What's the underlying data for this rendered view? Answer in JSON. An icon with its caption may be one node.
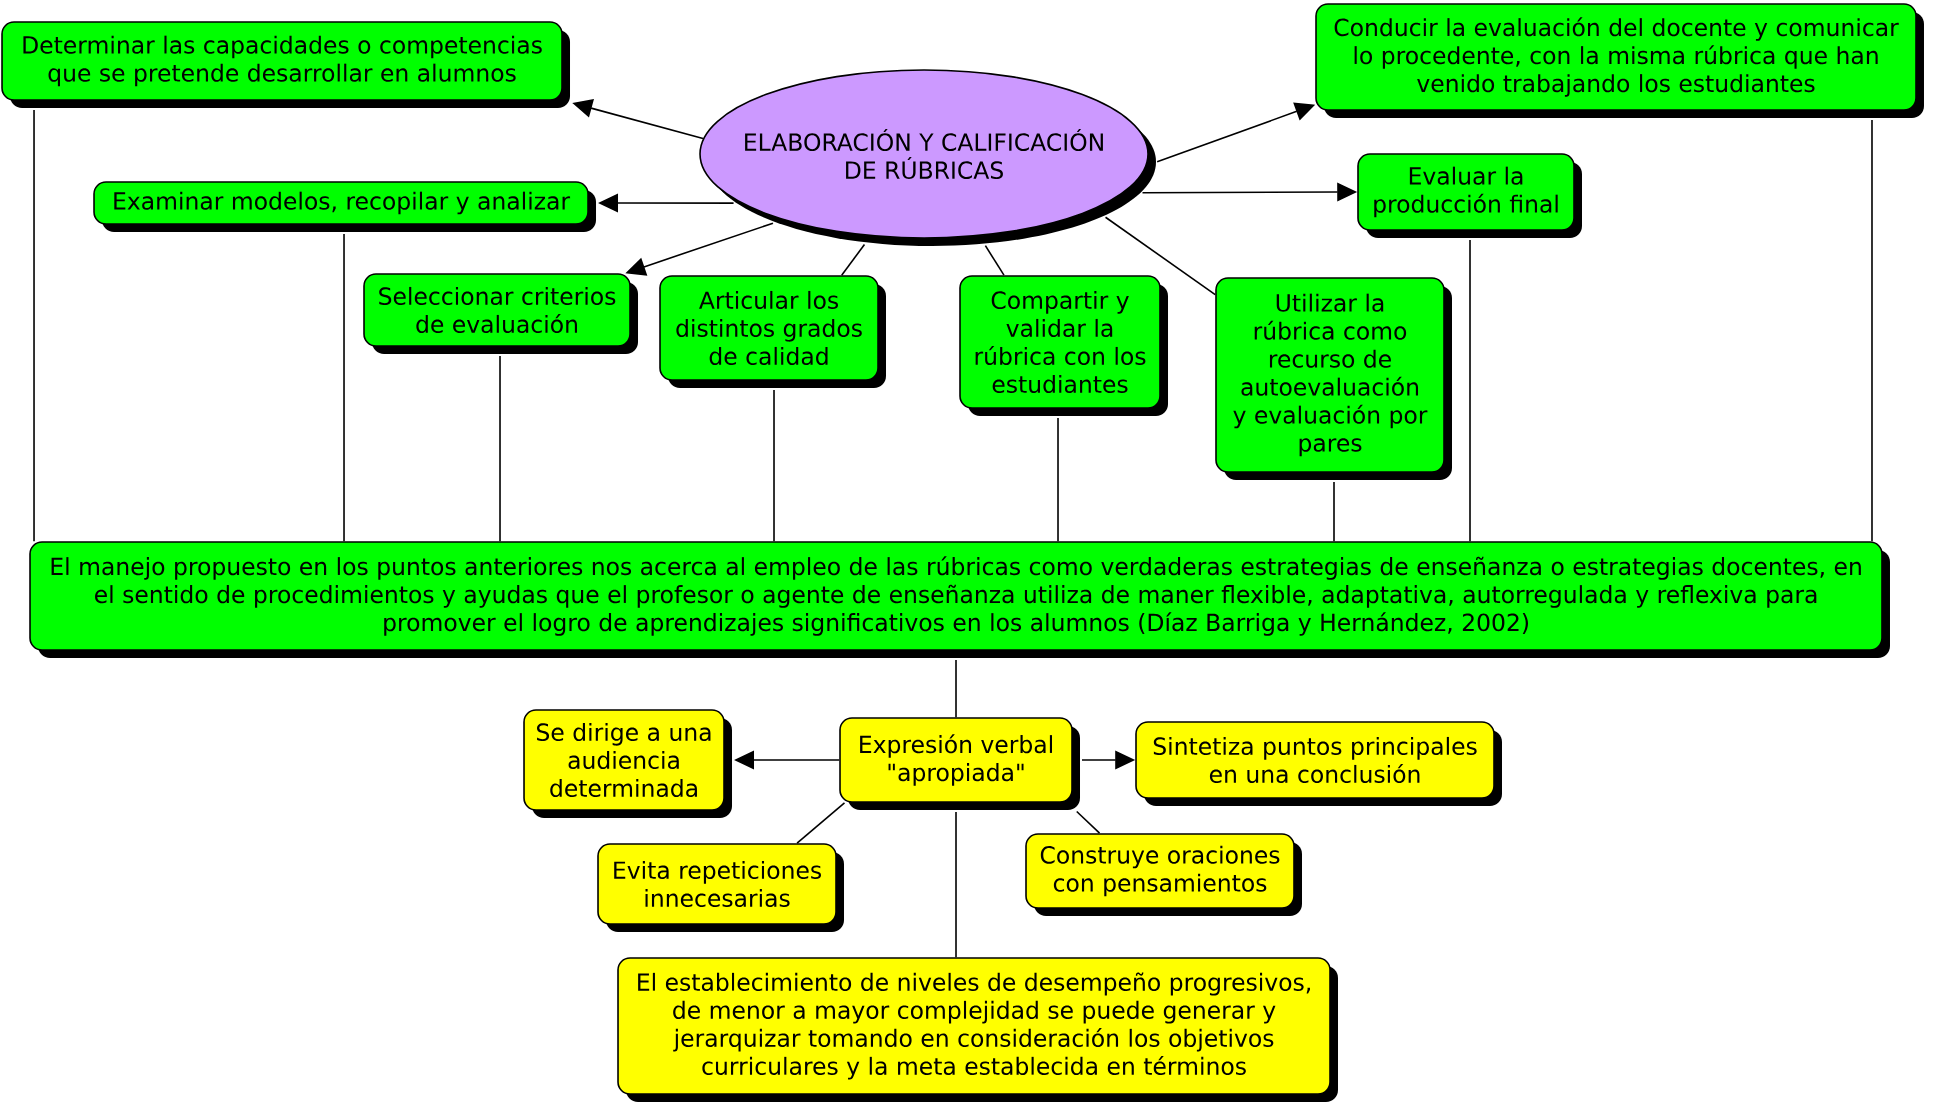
{
  "diagram": {
    "nodes": [
      {
        "text": [
          "ELABORACIÓN Y CALIFICACIÓN DE RÚBRICAS"
        ]
      },
      {
        "text": [
          "Determinar las capacidades o competencias que se pretende desarrollar en alumnos"
        ]
      },
      {
        "text": [
          "Conducir la evaluación del docente y comunicar lo procedente, con la misma rúbrica que han venido trabajando los estudiantes"
        ]
      },
      {
        "text": [
          "Examinar modelos, recopilar y analizar"
        ]
      },
      {
        "text": [
          "Evaluar la producción final"
        ]
      },
      {
        "text": [
          "Seleccionar criterios de evaluación"
        ]
      },
      {
        "text": [
          "Articular los distintos grados de calidad"
        ]
      },
      {
        "text": [
          "Compartir y validar la rúbrica con los estudiantes"
        ]
      },
      {
        "text": [
          "Utilizar la rúbrica como recurso de autoevaluación y evaluación por pares"
        ]
      },
      {
        "text": [
          "El manejo propuesto en los puntos anteriores nos acerca al empleo de las rúbricas como verdaderas estrategias de enseñanza o estrategias docentes, en el sentido de procedimientos y ayudas que el profesor o agente de enseñanza utiliza de maner flexible, adaptativa, autorregulada y reflexiva para promover el logro de aprendizajes significativos en los alumnos (Díaz Barriga y Hernández, 2002)"
        ]
      },
      {
        "text": [
          "Expresión verbal \"apropiada\""
        ]
      },
      {
        "text": [
          "Se dirige a una audiencia determinada"
        ]
      },
      {
        "text": [
          "Sintetiza puntos principales en una conclusión"
        ]
      },
      {
        "text": [
          "Evita repeticiones innecesarias"
        ]
      },
      {
        "text": [
          "Construye oraciones con pensamientos"
        ]
      },
      {
        "text": [
          "El establecimiento de niveles de desempeño progresivos, de menor a mayor complejidad se puede generar y jerarquizar tomando en consideración los objetivos curriculares y la meta establecida en términos"
        ]
      }
    ],
    "edges": [
      {
        "from": 0,
        "to": 1,
        "arrow": "to"
      },
      {
        "from": 0,
        "to": 3,
        "arrow": "to"
      },
      {
        "from": 0,
        "to": 5,
        "arrow": "to"
      },
      {
        "from": 0,
        "to": 6,
        "arrow": "none"
      },
      {
        "from": 0,
        "to": 7,
        "arrow": "none"
      },
      {
        "from": 0,
        "to": 8,
        "arrow": "none"
      },
      {
        "from": 0,
        "to": 2,
        "arrow": "to"
      },
      {
        "from": 0,
        "to": 4,
        "arrow": "to"
      },
      {
        "from": 1,
        "to": 9,
        "arrow": "none"
      },
      {
        "from": 3,
        "to": 9,
        "arrow": "none"
      },
      {
        "from": 5,
        "to": 9,
        "arrow": "none"
      },
      {
        "from": 6,
        "to": 9,
        "arrow": "none"
      },
      {
        "from": 7,
        "to": 9,
        "arrow": "none"
      },
      {
        "from": 8,
        "to": 9,
        "arrow": "none"
      },
      {
        "from": 4,
        "to": 9,
        "arrow": "none"
      },
      {
        "from": 2,
        "to": 9,
        "arrow": "none"
      },
      {
        "from": 9,
        "to": 10,
        "arrow": "none"
      },
      {
        "from": 10,
        "to": 11,
        "arrow": "to"
      },
      {
        "from": 10,
        "to": 12,
        "arrow": "to"
      },
      {
        "from": 10,
        "to": 13,
        "arrow": "none"
      },
      {
        "from": 10,
        "to": 14,
        "arrow": "none"
      },
      {
        "from": 10,
        "to": 15,
        "arrow": "none"
      }
    ]
  }
}
